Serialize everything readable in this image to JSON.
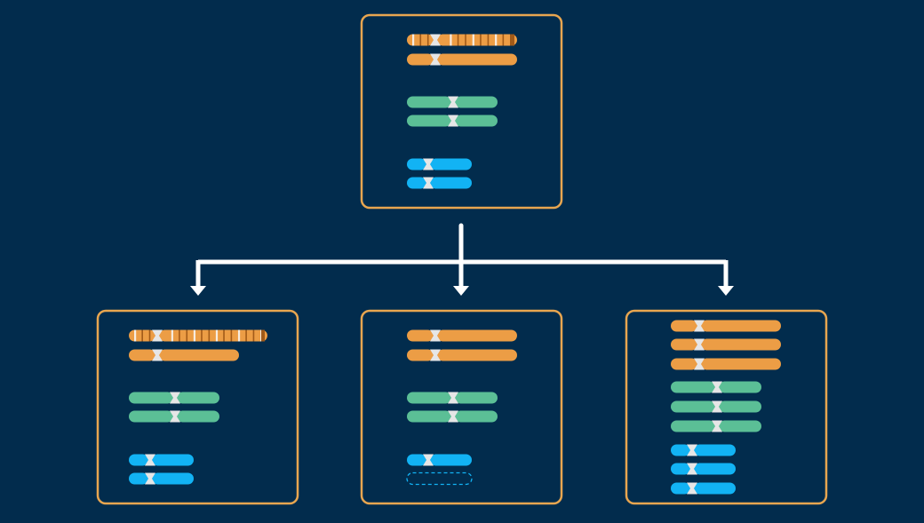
{
  "colors": {
    "background": "#022c4d",
    "box_border": "#e8a650",
    "connector": "#ffffff",
    "orange": "#ec9d45",
    "orange_band": "#a15a18",
    "green": "#5bbf96",
    "blue": "#12b3f4",
    "centromere": "#e6e6e6",
    "missing_outline": "#12b3f4"
  },
  "cells": [
    {
      "name": "parent-cell",
      "chromosomes": [
        {
          "color": "orange",
          "count": 1,
          "banded": true
        },
        {
          "color": "orange",
          "count": 1,
          "banded": false
        },
        {
          "color": "green",
          "count": 2,
          "banded": false
        },
        {
          "color": "blue",
          "count": 2,
          "banded": false
        }
      ]
    },
    {
      "name": "daughter-cell-mutation",
      "chromosomes": [
        {
          "color": "orange",
          "count": 1,
          "banded": true,
          "longer": true
        },
        {
          "color": "orange",
          "count": 1,
          "banded": false
        },
        {
          "color": "green",
          "count": 2,
          "banded": false
        },
        {
          "color": "blue",
          "count": 2,
          "banded": false
        }
      ]
    },
    {
      "name": "daughter-cell-monosomy",
      "chromosomes": [
        {
          "color": "orange",
          "count": 2,
          "banded": false
        },
        {
          "color": "green",
          "count": 2,
          "banded": false
        },
        {
          "color": "blue",
          "count": 1,
          "banded": false
        },
        {
          "color": "blue",
          "count": 1,
          "missing": true
        }
      ]
    },
    {
      "name": "daughter-cell-trisomy",
      "chromosomes": [
        {
          "color": "orange",
          "count": 3,
          "banded": false
        },
        {
          "color": "green",
          "count": 3,
          "banded": false
        },
        {
          "color": "blue",
          "count": 3,
          "banded": false
        }
      ]
    }
  ]
}
